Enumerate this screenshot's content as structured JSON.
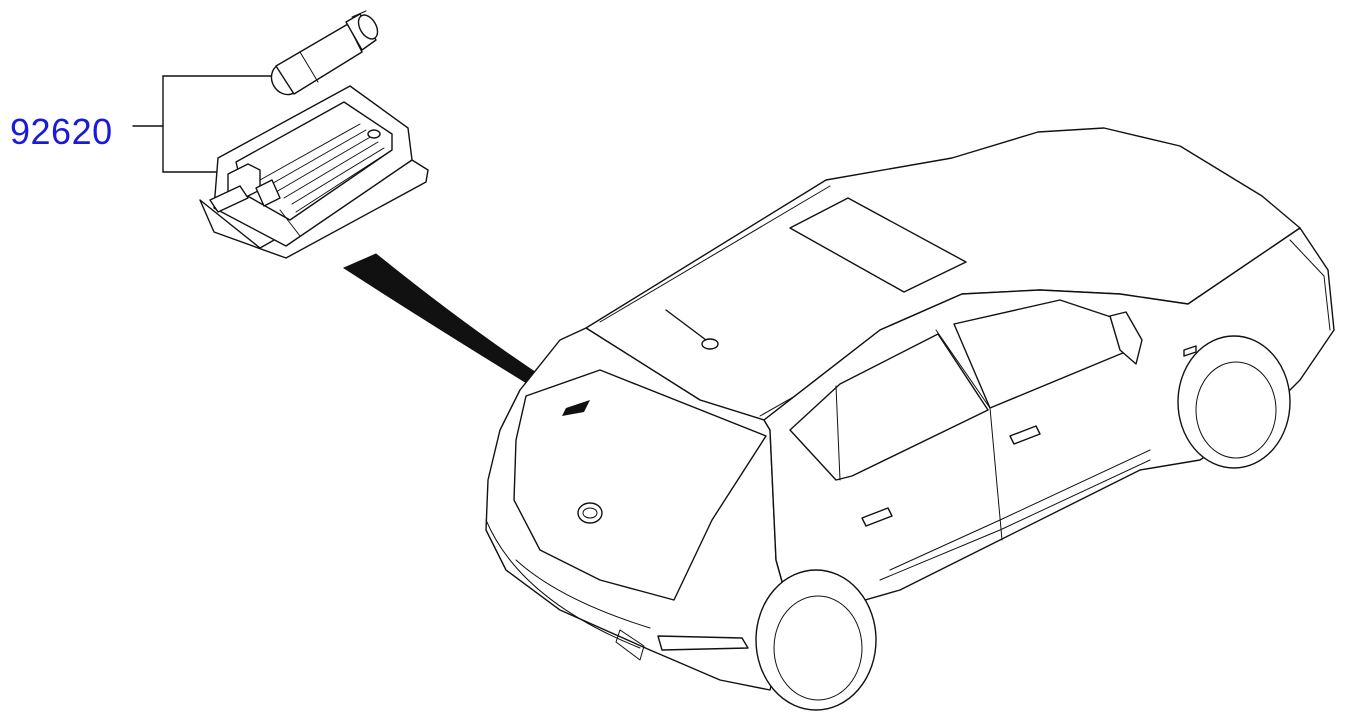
{
  "diagram": {
    "part_number_label": "92620",
    "colors": {
      "label": "#1a1adb",
      "line": "#111111",
      "background": "#ffffff"
    },
    "parts": [
      {
        "id": "bulb",
        "icon": "bulb-icon"
      },
      {
        "id": "lamp-housing",
        "icon": "lamp-housing-icon"
      },
      {
        "id": "vehicle",
        "icon": "hatchback-car-icon"
      }
    ]
  }
}
